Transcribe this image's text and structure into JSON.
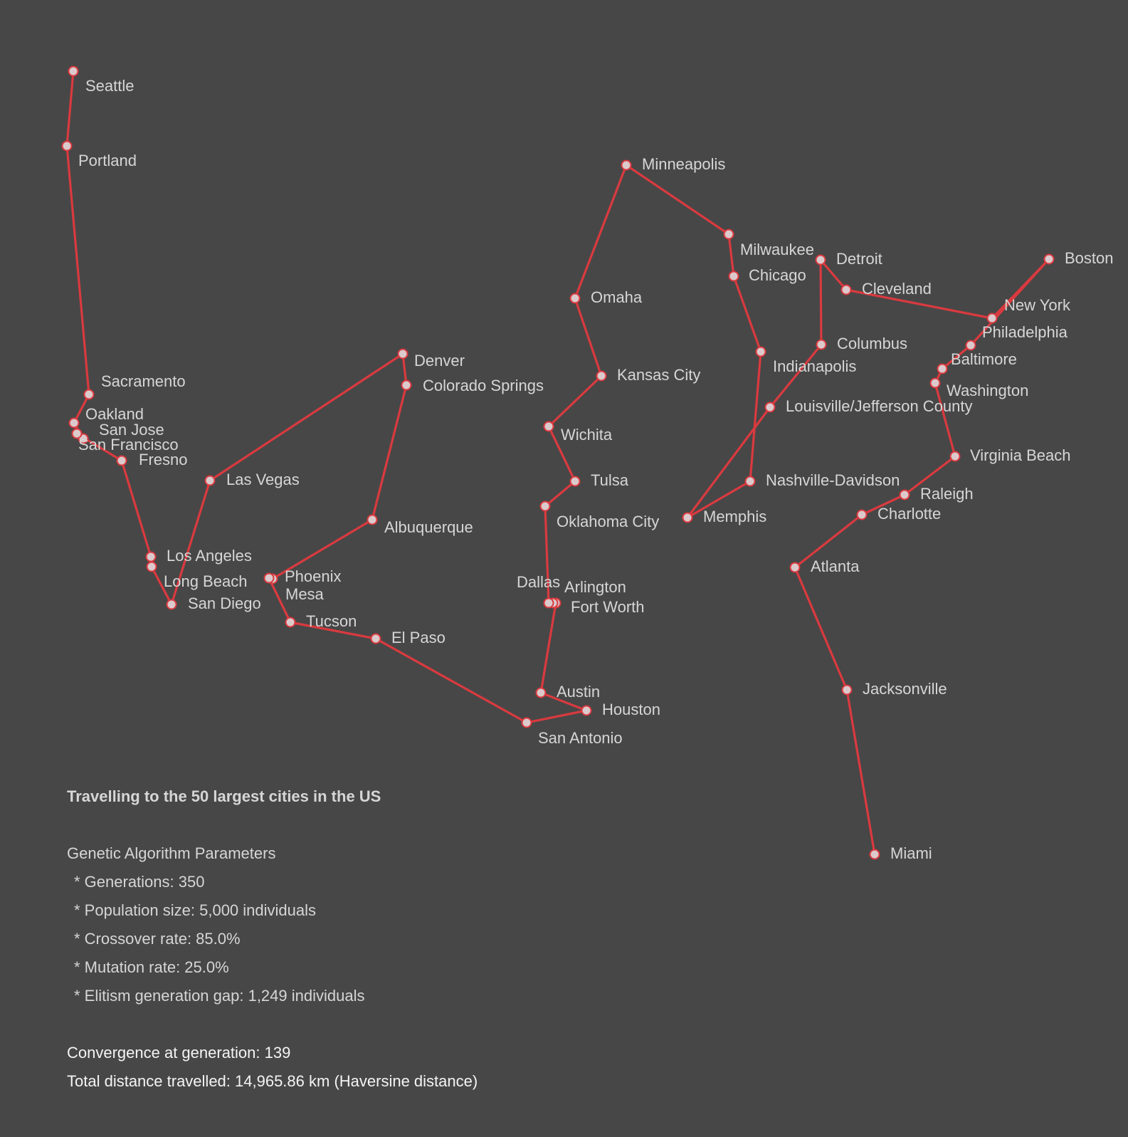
{
  "title": "Travelling to the 50 largest cities in the US",
  "colors": {
    "background": "#474747",
    "route": "#d93a3f",
    "dot_fill": "#dcc9cb",
    "label": "#d6d6d6"
  },
  "parameters_heading": "Genetic Algorithm Parameters",
  "parameters": [
    "*  Generations: 350",
    "*  Population size: 5,000 individuals",
    "*  Crossover rate: 85.0%",
    "*  Mutation rate: 25.0%",
    "*  Elitism generation gap: 1,249 individuals"
  ],
  "convergence": "Convergence at generation: 139",
  "total_distance": "Total distance travelled: 14,965.86 km (Haversine distance)",
  "cities": [
    "Seattle",
    "Portland",
    "Sacramento",
    "Oakland",
    "San Jose",
    "San Francisco",
    "Fresno",
    "Los Angeles",
    "Long Beach",
    "San Diego",
    "Las Vegas",
    "Denver",
    "Colorado Springs",
    "Albuquerque",
    "Phoenix",
    "Mesa",
    "Tucson",
    "El Paso",
    "San Antonio",
    "Houston",
    "Austin",
    "Fort Worth",
    "Arlington",
    "Dallas",
    "Oklahoma City",
    "Tulsa",
    "Wichita",
    "Kansas City",
    "Omaha",
    "Minneapolis",
    "Milwaukee",
    "Chicago",
    "Indianapolis",
    "Nashville-Davidson",
    "Memphis",
    "Louisville/Jefferson County",
    "Columbus",
    "Detroit",
    "Cleveland",
    "New York",
    "Boston",
    "Philadelphia",
    "Baltimore",
    "Washington",
    "Virginia Beach",
    "Raleigh",
    "Charlotte",
    "Atlanta",
    "Jacksonville",
    "Miami"
  ]
}
